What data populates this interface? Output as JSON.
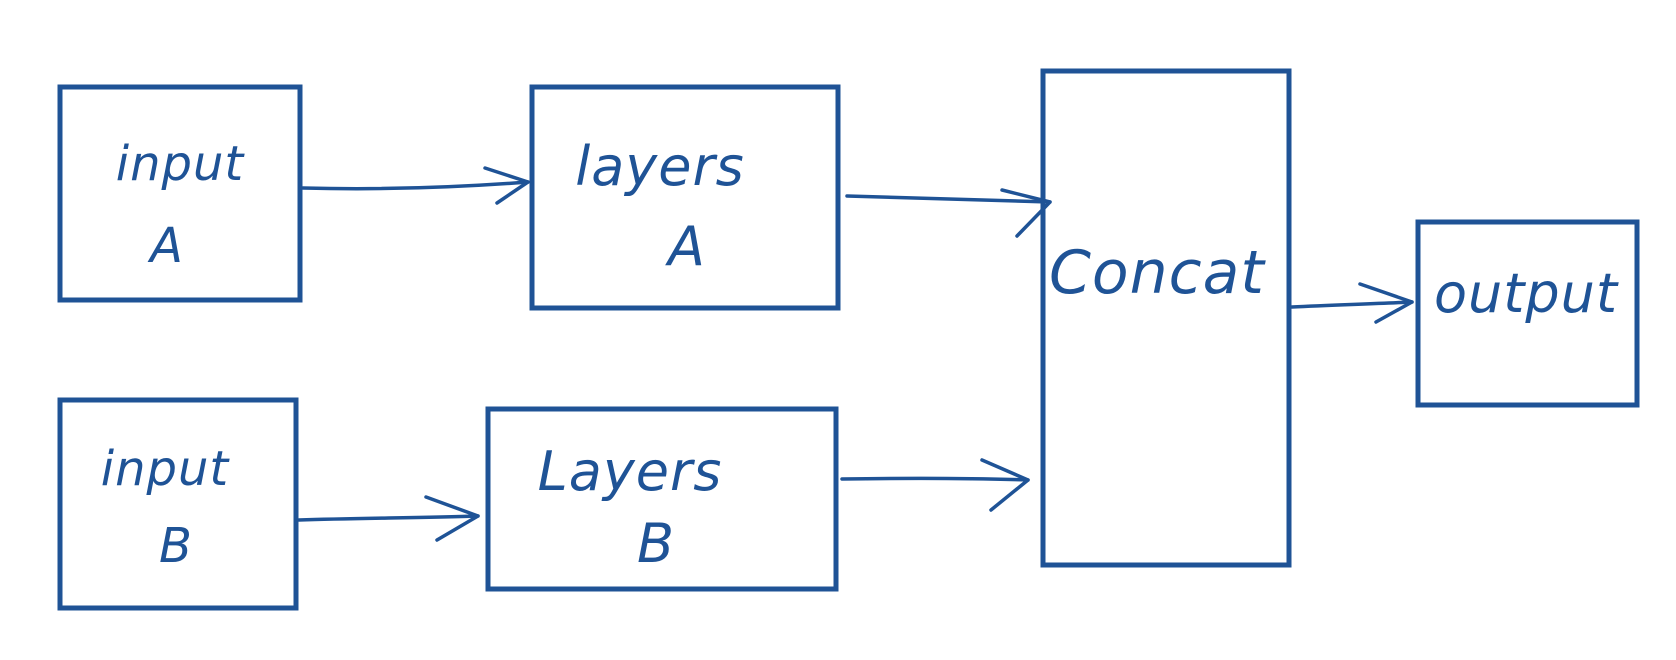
{
  "diagram": {
    "ink_color": "#1f5396",
    "background_color": "#ffffff",
    "nodes": {
      "input_a": {
        "line1": "input",
        "line2": "A"
      },
      "input_b": {
        "line1": "input",
        "line2": "B"
      },
      "layers_a": {
        "line1": "layers",
        "line2": "A"
      },
      "layers_b": {
        "line1": "Layers",
        "line2": "B"
      },
      "concat": {
        "line1": "Concat"
      },
      "output": {
        "line1": "output"
      }
    },
    "edges": [
      {
        "from": "input_a",
        "to": "layers_a"
      },
      {
        "from": "input_b",
        "to": "layers_b"
      },
      {
        "from": "layers_a",
        "to": "concat"
      },
      {
        "from": "layers_b",
        "to": "concat"
      },
      {
        "from": "concat",
        "to": "output"
      }
    ]
  }
}
